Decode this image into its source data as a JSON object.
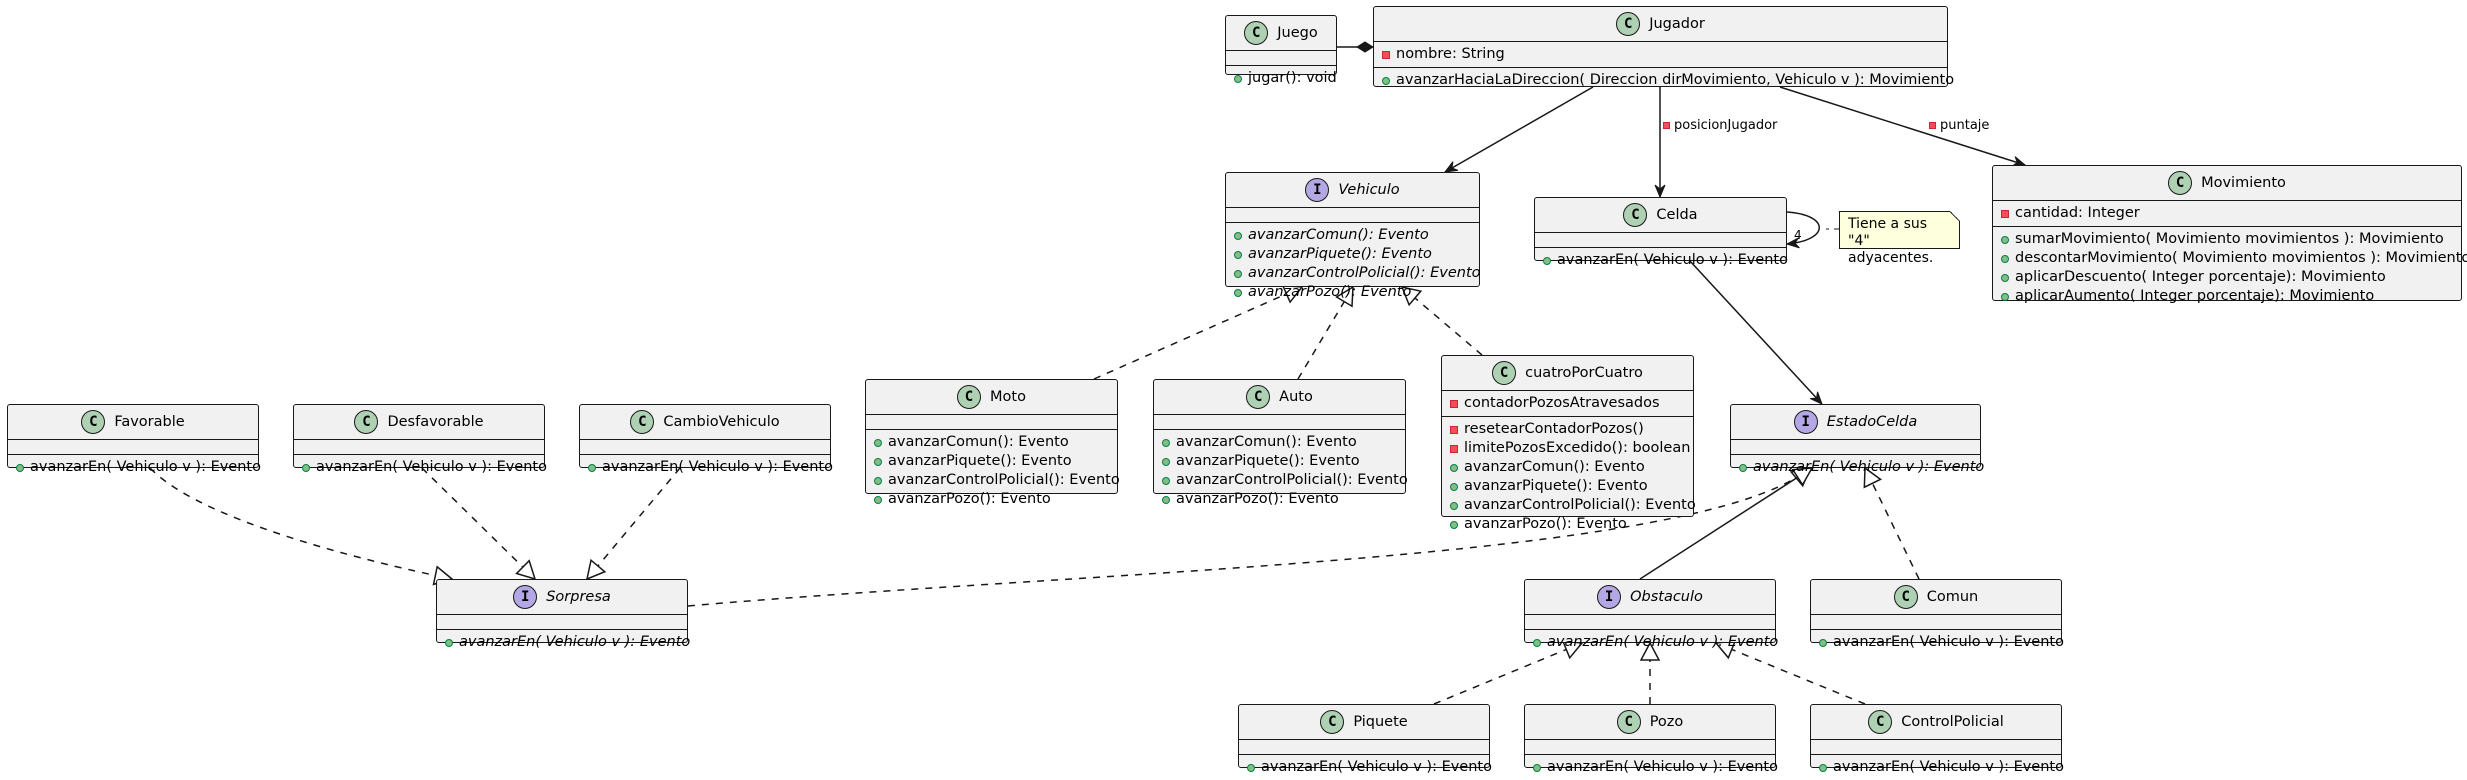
{
  "classes": {
    "juego": {
      "name": "Juego",
      "kind": "C",
      "attributes": [],
      "methods": [
        {
          "vis": "pub",
          "text": "jugar(): void"
        }
      ]
    },
    "jugador": {
      "name": "Jugador",
      "kind": "C",
      "attributes": [
        {
          "vis": "priv",
          "text": "nombre: String"
        }
      ],
      "methods": [
        {
          "vis": "pub",
          "text": "avanzarHaciaLaDireccion( Direccion dirMovimiento, Vehiculo v ): Movimiento"
        }
      ]
    },
    "vehiculo": {
      "name": "Vehiculo",
      "kind": "I",
      "attributes": [],
      "methods": [
        {
          "vis": "pub",
          "text": "avanzarComun(): Evento",
          "abstract": true
        },
        {
          "vis": "pub",
          "text": "avanzarPiquete(): Evento",
          "abstract": true
        },
        {
          "vis": "pub",
          "text": "avanzarControlPolicial(): Evento",
          "abstract": true
        },
        {
          "vis": "pub",
          "text": "avanzarPozo(): Evento",
          "abstract": true
        }
      ]
    },
    "celda": {
      "name": "Celda",
      "kind": "C",
      "attributes": [],
      "methods": [
        {
          "vis": "pub",
          "text": "avanzarEn( Vehiculo v ): Evento"
        }
      ]
    },
    "movimiento": {
      "name": "Movimiento",
      "kind": "C",
      "attributes": [
        {
          "vis": "priv",
          "text": "cantidad: Integer"
        }
      ],
      "methods": [
        {
          "vis": "pub",
          "text": "sumarMovimiento( Movimiento movimientos ): Movimiento"
        },
        {
          "vis": "pub",
          "text": "descontarMovimiento( Movimiento movimientos ): Movimiento"
        },
        {
          "vis": "pub",
          "text": "aplicarDescuento( Integer porcentaje): Movimiento"
        },
        {
          "vis": "pub",
          "text": "aplicarAumento( Integer porcentaje): Movimiento"
        }
      ]
    },
    "moto": {
      "name": "Moto",
      "kind": "C",
      "attributes": [],
      "methods": [
        {
          "vis": "pub",
          "text": "avanzarComun(): Evento"
        },
        {
          "vis": "pub",
          "text": "avanzarPiquete(): Evento"
        },
        {
          "vis": "pub",
          "text": "avanzarControlPolicial(): Evento"
        },
        {
          "vis": "pub",
          "text": "avanzarPozo(): Evento"
        }
      ]
    },
    "auto": {
      "name": "Auto",
      "kind": "C",
      "attributes": [],
      "methods": [
        {
          "vis": "pub",
          "text": "avanzarComun(): Evento"
        },
        {
          "vis": "pub",
          "text": "avanzarPiquete(): Evento"
        },
        {
          "vis": "pub",
          "text": "avanzarControlPolicial(): Evento"
        },
        {
          "vis": "pub",
          "text": "avanzarPozo(): Evento"
        }
      ]
    },
    "cuatro": {
      "name": "cuatroPorCuatro",
      "kind": "C",
      "attributes": [
        {
          "vis": "priv",
          "text": "contadorPozosAtravesados"
        }
      ],
      "methods": [
        {
          "vis": "priv",
          "text": "resetearContadorPozos()"
        },
        {
          "vis": "priv",
          "text": "limitePozosExcedido(): boolean"
        },
        {
          "vis": "pub",
          "text": "avanzarComun(): Evento"
        },
        {
          "vis": "pub",
          "text": "avanzarPiquete(): Evento"
        },
        {
          "vis": "pub",
          "text": "avanzarControlPolicial(): Evento"
        },
        {
          "vis": "pub",
          "text": "avanzarPozo(): Evento"
        }
      ]
    },
    "estadoCelda": {
      "name": "EstadoCelda",
      "kind": "I",
      "attributes": [],
      "methods": [
        {
          "vis": "pub",
          "text": "avanzarEn( Vehiculo v ): Evento",
          "abstract": true
        }
      ]
    },
    "favorable": {
      "name": "Favorable",
      "kind": "C",
      "attributes": [],
      "methods": [
        {
          "vis": "pub",
          "text": "avanzarEn( Vehiculo v ): Evento"
        }
      ]
    },
    "desfavorable": {
      "name": "Desfavorable",
      "kind": "C",
      "attributes": [],
      "methods": [
        {
          "vis": "pub",
          "text": "avanzarEn( Vehiculo v ): Evento"
        }
      ]
    },
    "cambioVehiculo": {
      "name": "CambioVehiculo",
      "kind": "C",
      "attributes": [],
      "methods": [
        {
          "vis": "pub",
          "text": "avanzarEn( Vehiculo v ): Evento"
        }
      ]
    },
    "sorpresa": {
      "name": "Sorpresa",
      "kind": "I",
      "attributes": [],
      "methods": [
        {
          "vis": "pub",
          "text": "avanzarEn( Vehiculo v ): Evento",
          "abstract": true
        }
      ]
    },
    "obstaculo": {
      "name": "Obstaculo",
      "kind": "I",
      "attributes": [],
      "methods": [
        {
          "vis": "pub",
          "text": "avanzarEn( Vehiculo v ): Evento",
          "abstract": true
        }
      ]
    },
    "comun": {
      "name": "Comun",
      "kind": "C",
      "attributes": [],
      "methods": [
        {
          "vis": "pub",
          "text": "avanzarEn( Vehiculo v ): Evento"
        }
      ]
    },
    "piquete": {
      "name": "Piquete",
      "kind": "C",
      "attributes": [],
      "methods": [
        {
          "vis": "pub",
          "text": "avanzarEn( Vehiculo v ): Evento"
        }
      ]
    },
    "pozo": {
      "name": "Pozo",
      "kind": "C",
      "attributes": [],
      "methods": [
        {
          "vis": "pub",
          "text": "avanzarEn( Vehiculo v ): Evento"
        }
      ]
    },
    "controlPolicial": {
      "name": "ControlPolicial",
      "kind": "C",
      "attributes": [],
      "methods": [
        {
          "vis": "pub",
          "text": "avanzarEn( Vehiculo v ): Evento"
        }
      ]
    }
  },
  "relations": [
    {
      "from": "juego",
      "to": "jugador",
      "type": "composition"
    },
    {
      "from": "jugador",
      "to": "vehiculo",
      "type": "association"
    },
    {
      "from": "jugador",
      "to": "celda",
      "type": "association",
      "label": "posicionJugador",
      "label_vis": "priv"
    },
    {
      "from": "jugador",
      "to": "movimiento",
      "type": "association",
      "label": "puntaje",
      "label_vis": "priv"
    },
    {
      "from": "celda",
      "to": "celda",
      "type": "self-association",
      "multiplicity": "4"
    },
    {
      "from": "celda",
      "to": "estadoCelda",
      "type": "association"
    },
    {
      "from": "moto",
      "to": "vehiculo",
      "type": "realization"
    },
    {
      "from": "auto",
      "to": "vehiculo",
      "type": "realization"
    },
    {
      "from": "cuatro",
      "to": "vehiculo",
      "type": "realization"
    },
    {
      "from": "favorable",
      "to": "sorpresa",
      "type": "realization"
    },
    {
      "from": "desfavorable",
      "to": "sorpresa",
      "type": "realization"
    },
    {
      "from": "cambioVehiculo",
      "to": "sorpresa",
      "type": "realization"
    },
    {
      "from": "sorpresa",
      "to": "estadoCelda",
      "type": "realization"
    },
    {
      "from": "obstaculo",
      "to": "estadoCelda",
      "type": "generalization"
    },
    {
      "from": "comun",
      "to": "estadoCelda",
      "type": "realization"
    },
    {
      "from": "piquete",
      "to": "obstaculo",
      "type": "realization"
    },
    {
      "from": "pozo",
      "to": "obstaculo",
      "type": "realization"
    },
    {
      "from": "controlPolicial",
      "to": "obstaculo",
      "type": "realization"
    }
  ],
  "note": {
    "lines": [
      "Tiene a sus \"4\"",
      "adyacentes."
    ]
  },
  "labels": {
    "posicionJugador": "posicionJugador",
    "puntaje": "puntaje",
    "multiplicity": "4"
  }
}
